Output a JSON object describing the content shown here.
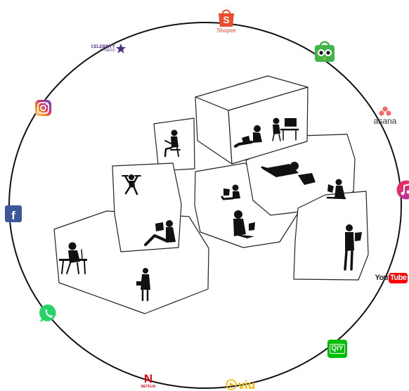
{
  "apps": {
    "shopee": {
      "label": "Shopee",
      "color": "#EE4D2D",
      "icon": "shopping-bag-icon"
    },
    "tokopedia": {
      "color": "#42B549",
      "icon": "owl-bag-icon"
    },
    "celebrity_fitness": {
      "label_line1": "CELEBRITY",
      "label_line2": "FITNESS",
      "color": "#4B2E83",
      "icon": "star-icon"
    },
    "instagram": {
      "color": "#C13584",
      "icon": "camera-icon"
    },
    "asana": {
      "label": "asana",
      "color": "#F06A6A",
      "icon": "three-dots-icon"
    },
    "facebook": {
      "label": "f",
      "color": "#3B5998",
      "icon": "facebook-icon"
    },
    "youtube": {
      "label_you": "You",
      "label_tube": "Tube",
      "color": "#FF0000",
      "icon": "youtube-icon"
    },
    "whatsapp": {
      "color": "#25D366",
      "icon": "phone-bubble-icon"
    },
    "iqiyi": {
      "label": "QIY",
      "color": "#00BE06",
      "icon": "tv-icon"
    },
    "netflix": {
      "label": "N",
      "sub": "NETFLIX",
      "color": "#E50914",
      "icon": "netflix-icon"
    },
    "viu": {
      "label": "viu",
      "color": "#F5B800",
      "icon": "play-icon"
    },
    "music": {
      "color": "#FA2D48",
      "icon": "music-note-icon"
    }
  }
}
